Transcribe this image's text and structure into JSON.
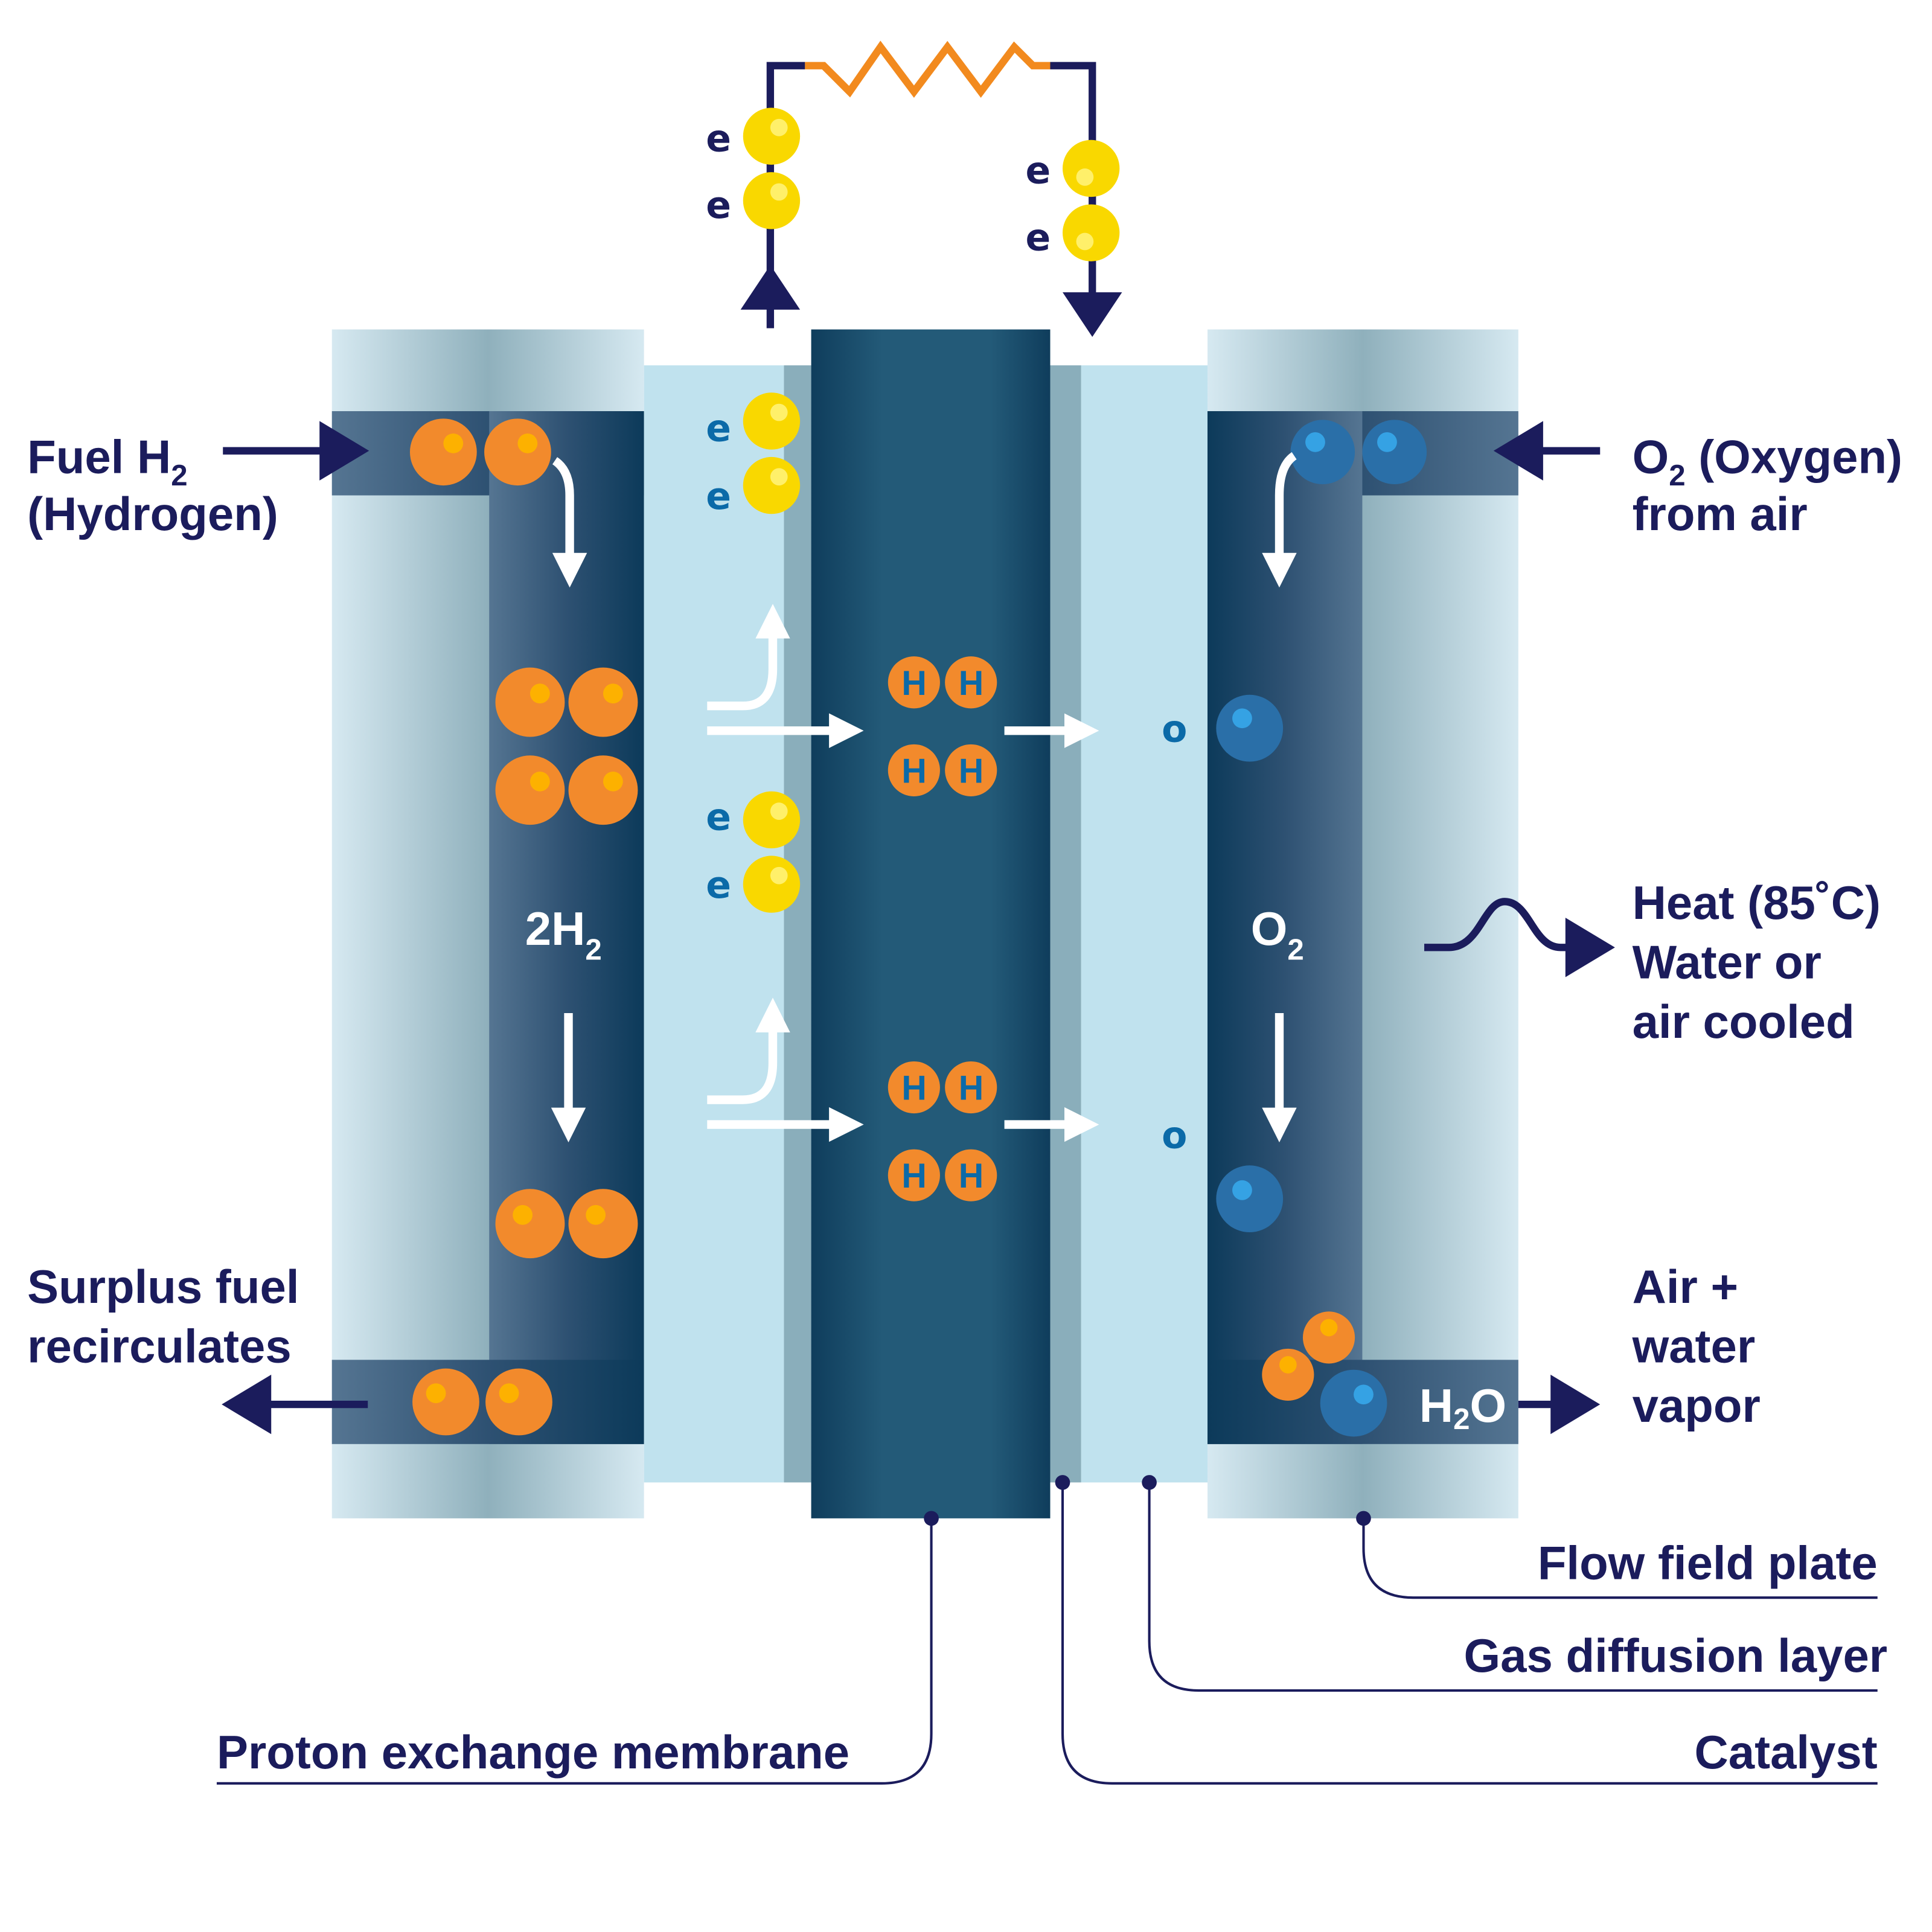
{
  "inputs": {
    "fuel_line1": "Fuel H",
    "fuel_sub": "2",
    "fuel_line2": "(Hydrogen)",
    "oxygen_o": "O",
    "oxygen_sub": "2",
    "oxygen_line1_rest": " (Oxygen)",
    "oxygen_line2": "from air"
  },
  "outputs": {
    "surplus_line1": "Surplus fuel",
    "surplus_line2": "recirculates",
    "heat_line1": "Heat (85˚C)",
    "heat_line2": "Water or",
    "heat_line3": "air  cooled",
    "air_line1": "Air +",
    "air_line2": "water",
    "air_line3": "vapor"
  },
  "channel_labels": {
    "anode_prefix": "2H",
    "anode_sub": "2",
    "cathode": "O",
    "cathode_sub": "2",
    "water": "H",
    "water_sub": "2",
    "water_suffix": "O"
  },
  "particles": {
    "electron": "e",
    "proton": "H",
    "oxygen": "o"
  },
  "legend": {
    "flow_field_plate": "Flow field plate",
    "gas_diffusion_layer": "Gas diffusion layer",
    "catalyst": "Catalyst",
    "proton_exchange_membrane": "Proton exchange membrane"
  },
  "colors": {
    "navy": "#1b1c5c",
    "channel": "#2e5172",
    "membrane": "#235a78",
    "gdl": "#c0e2ee",
    "catalyst": "#8aaebb",
    "hydrogen": "#f28a2c",
    "electron": "#f9d800",
    "oxygen": "#2a6fa8",
    "resistor": "#f28a1e"
  }
}
